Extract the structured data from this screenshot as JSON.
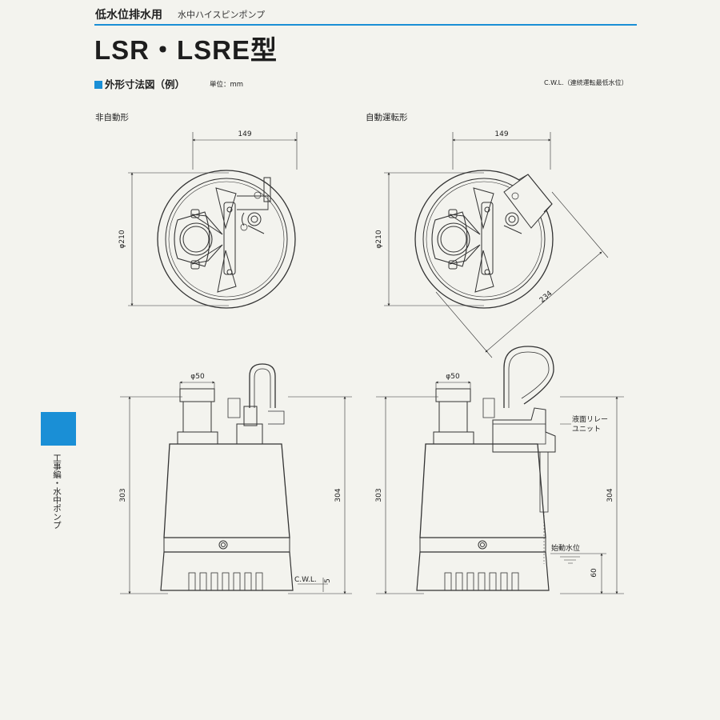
{
  "header": {
    "category": "低水位排水用",
    "category_sub": "水中ハイスピンポンプ",
    "model": "LSR・LSRE型"
  },
  "section": {
    "heading": "外形寸法図（例）",
    "unit": "単位：mm",
    "cwl_note": "C.W.L.（連続運転最低水位）"
  },
  "views": {
    "left_label": "非自動形",
    "right_label": "自動運転形"
  },
  "dimensions": {
    "top_width_left": "149",
    "top_width_right": "149",
    "dia_left": "φ210",
    "dia_right": "φ210",
    "diag_right": "234",
    "outlet_left": "φ50",
    "outlet_right": "φ50",
    "height_left": "303",
    "height_left_total": "304",
    "height_right": "303",
    "height_right_total": "304",
    "cwl_label": "C.W.L.",
    "cwl_value": "5",
    "start_level_value": "60"
  },
  "annotations": {
    "relay_unit_line1": "液面リレー",
    "relay_unit_line2": "ユニット",
    "start_level": "始動水位"
  },
  "side_tab": {
    "text": "工事編・水中ポンプ",
    "color": "#1a8fd6"
  },
  "colors": {
    "accent": "#1a8fd6",
    "line": "#333333",
    "background": "#f3f3ee"
  }
}
